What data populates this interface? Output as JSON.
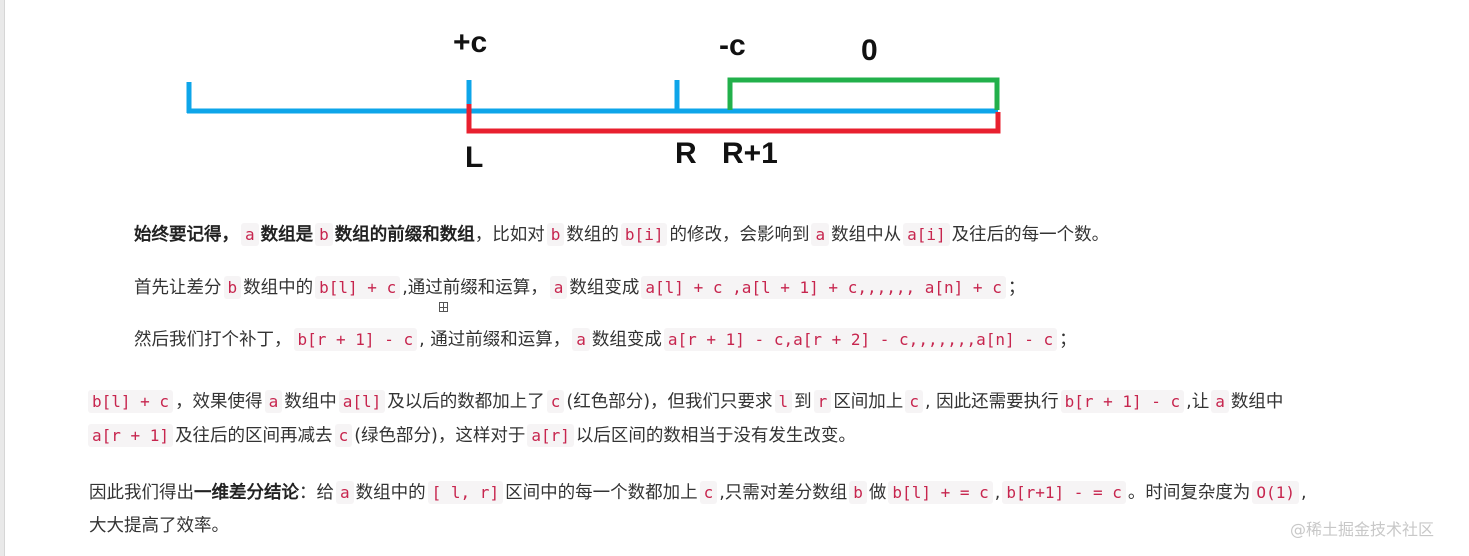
{
  "diagram": {
    "label_plus_c": "+c",
    "label_minus_c": "-c",
    "label_zero": "0",
    "label_L": "L",
    "label_R": "R",
    "label_R1": "R+1",
    "colors": {
      "blue": "#0ea5e9",
      "red": "#e8202f",
      "green": "#22b04b"
    }
  },
  "p1": {
    "s1": "始终要记得，",
    "c1": "a",
    "s2": "数组是",
    "c2": "b",
    "s3": "数组的前缀和数组",
    "t1": "，比如对",
    "c3": "b",
    "t2": "数组的",
    "c4": "b[i]",
    "t3": "的修改，会影响到",
    "c5": "a",
    "t4": "数组中从",
    "c6": "a[i]",
    "t5": "及往后的每一个数。"
  },
  "p2": {
    "t1": "首先让差分",
    "c1": "b",
    "t2": "数组中的",
    "c2": "b[l] + c",
    "t3": ",通过前缀和运算，",
    "c3": "a",
    "t4": "数组变成",
    "c4": "a[l] + c ,a[l + 1] + c,,,,,, a[n] + c",
    "t5": "；"
  },
  "p3": {
    "t1": "然后我们打个补丁，",
    "c1": "b[r + 1] - c",
    "t2": ", 通过前缀和运算，",
    "c2": "a",
    "t3": "数组变成",
    "c3": "a[r + 1] - c,a[r + 2] - c,,,,,,,a[n] - c",
    "t4": "；"
  },
  "p4": {
    "c1": "b[l] + c",
    "t1": "，效果使得",
    "c2": "a",
    "t2": "数组中",
    "c3": "a[l]",
    "t3": "及以后的数都加上了",
    "c4": "c",
    "t4": "(红色部分)，但我们只要求",
    "c5": "l",
    "t5": "到",
    "c6": "r",
    "t6": "区间加上",
    "c7": "c",
    "t7": ", 因此还需要执行",
    "c8": "b[r + 1] - c",
    "t8": ",让",
    "c9": "a",
    "t9": "数组中",
    "c10": "a[r + 1]",
    "t10": "及往后的区间再减去",
    "c11": "c",
    "t11": "(绿色部分)，这样对于",
    "c12": "a[r]",
    "t12": "以后区间的数相当于没有发生改变。"
  },
  "p5": {
    "t1": "因此我们得出",
    "b1": "一维差分结论",
    "t2": "：给",
    "c1": "a",
    "t3": "数组中的",
    "c2": "[ l, r]",
    "t4": "区间中的每一个数都加上",
    "c3": "c",
    "t5": ",只需对差分数组",
    "c4": "b",
    "t6": "做",
    "c5": "b[l] + = c",
    "t7": ",",
    "c6": "b[r+1] - = c",
    "t8": "。时间复杂度为",
    "c7": "O(1)",
    "t9": ", 大大提高了效率。"
  },
  "watermark": "@稀土掘金技术社区"
}
